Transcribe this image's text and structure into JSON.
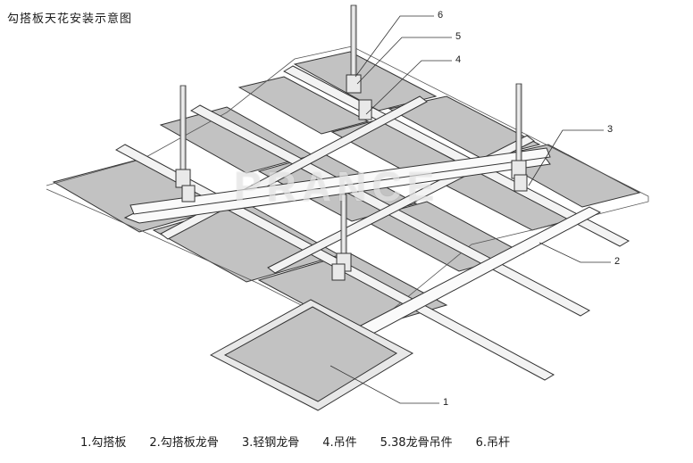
{
  "title": "勾搭板天花安装示意图",
  "watermark": "PRANCE",
  "callouts": [
    "1",
    "2",
    "3",
    "4",
    "5",
    "6"
  ],
  "legend": [
    "1.勾搭板",
    "2.勾搭板龙骨",
    "3.轻钢龙骨",
    "4.吊件",
    "5.38龙骨吊件",
    "6.吊杆"
  ],
  "colors": {
    "panel": "#bdbdbd",
    "panel_edge": "#e6e6e6",
    "line": "#333333",
    "rail": "#f2f2f2"
  }
}
